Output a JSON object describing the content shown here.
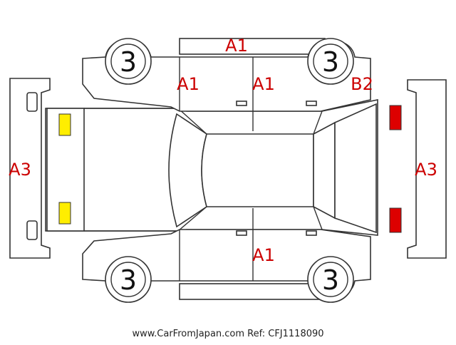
{
  "diagram": {
    "colors": {
      "outline": "#333333",
      "code_text": "#cc0000",
      "front_lamp": "#ffee00",
      "rear_lamp": "#dd0000"
    },
    "wheels": {
      "front_left": "3",
      "rear_left": "3",
      "front_right": "3",
      "rear_right": "3"
    },
    "damage_codes": {
      "roof_top": "A1",
      "front_door_top": "A1",
      "rear_door_top": "A1",
      "rear_quarter_top": "B2",
      "front_bumper": "A3",
      "rear_bumper": "A3",
      "rear_door_bottom": "A1"
    },
    "footer": "www.CarFromJapan.com Ref: CFJ1118090"
  }
}
